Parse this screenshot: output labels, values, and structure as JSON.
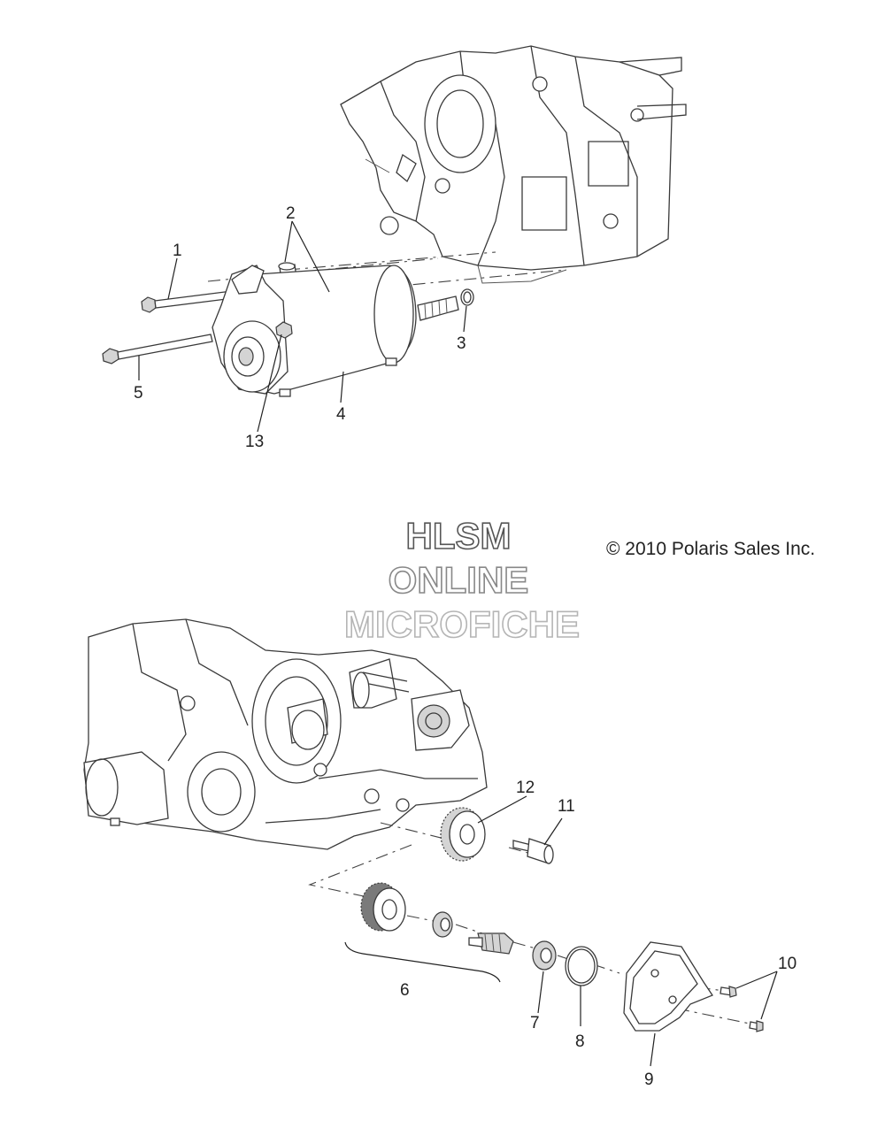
{
  "watermark": {
    "line1": "HLSM",
    "line2": "ONLINE",
    "line3": "MICROFICHE"
  },
  "copyright": "© 2010 Polaris Sales Inc.",
  "callouts": {
    "c1": "1",
    "c2": "2",
    "c3": "3",
    "c4": "4",
    "c5": "5",
    "c6": "6",
    "c7": "7",
    "c8": "8",
    "c9": "9",
    "c10": "10",
    "c11": "11",
    "c12": "12",
    "c13": "13"
  }
}
